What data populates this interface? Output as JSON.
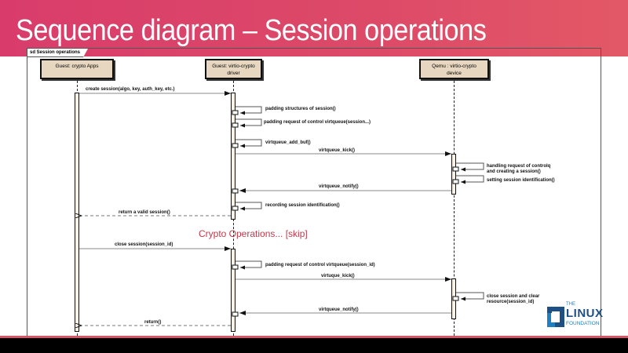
{
  "slide": {
    "title": "Sequence diagram – Session operations",
    "accent_color": "#d93c6b"
  },
  "diagram": {
    "frame_label": "sd Session operations",
    "lifelines": [
      {
        "name": "Guest: crypto Apps",
        "line1": "Guest: crypto Apps",
        "line2": ""
      },
      {
        "name": "Guest: virtio-crypto driver",
        "line1": "Guest: virtio-crypto",
        "line2": "driver"
      },
      {
        "name": "Qemu : virtio-crypto device",
        "line1": "Qemu : virtio-crypto",
        "line2": "device"
      }
    ],
    "messages": [
      {
        "label": "create session(algo, key, auth_key, etc.)",
        "from": "apps",
        "to": "driver",
        "type": "sync"
      },
      {
        "label": "padding structures of session()",
        "from": "driver",
        "to": "driver",
        "type": "self"
      },
      {
        "label": "padding request of control virtqueue(session...)",
        "from": "driver",
        "to": "driver",
        "type": "self"
      },
      {
        "label": "virtqueue_add_buf()",
        "from": "driver",
        "to": "driver",
        "type": "self"
      },
      {
        "label": "virtqueue_kick()",
        "from": "driver",
        "to": "device",
        "type": "sync"
      },
      {
        "label": "handling request of controlq",
        "label2": "and creating a session()",
        "from": "device",
        "to": "device",
        "type": "self"
      },
      {
        "label": "setting session identification()",
        "from": "device",
        "to": "device",
        "type": "self"
      },
      {
        "label": "virtqueue_notify()",
        "from": "device",
        "to": "driver",
        "type": "sync"
      },
      {
        "label": "recording session identification()",
        "from": "driver",
        "to": "driver",
        "type": "self"
      },
      {
        "label": "return a valid session()",
        "from": "driver",
        "to": "apps",
        "type": "return"
      },
      {
        "label": "close session(session_id)",
        "from": "apps",
        "to": "driver",
        "type": "sync"
      },
      {
        "label": "padding request of  control virtqueue(session_id)",
        "from": "driver",
        "to": "driver",
        "type": "self"
      },
      {
        "label": "virtuque_kick()",
        "from": "driver",
        "to": "device",
        "type": "sync"
      },
      {
        "label": "close session and clear",
        "label2": "resource(session_id)",
        "from": "device",
        "to": "device",
        "type": "self"
      },
      {
        "label": "virtqueue_notify()",
        "from": "device",
        "to": "driver",
        "type": "sync"
      },
      {
        "label": "return()",
        "from": "driver",
        "to": "apps",
        "type": "return"
      }
    ],
    "note": "Crypto Operations... [skip]"
  },
  "logo": {
    "the": "THE",
    "linux": "LINUX",
    "foundation": "FOUNDATION"
  }
}
